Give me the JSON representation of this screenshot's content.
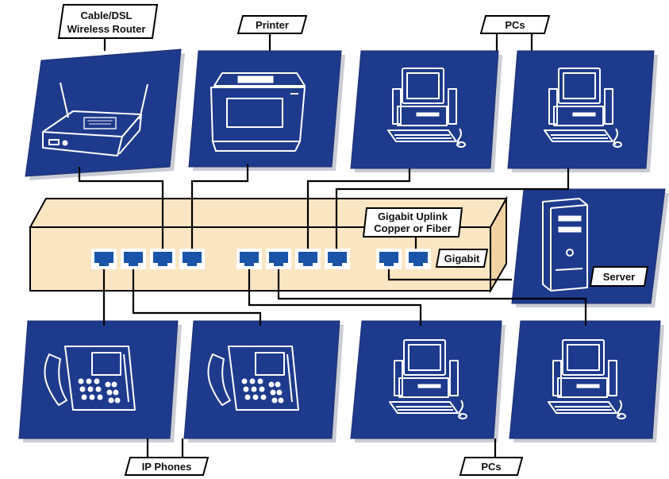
{
  "labels": {
    "router_line1": "Cable/DSL",
    "router_line2": "Wireless Router",
    "printer": "Printer",
    "pcs_top": "PCs",
    "uplink_line1": "Gigabit Uplink",
    "uplink_line2": "Copper or Fiber",
    "gigabit": "Gigabit",
    "server": "Server",
    "ip_phones": "IP Phones",
    "pcs_bottom": "PCs"
  },
  "colors": {
    "tile_fill": "#1e3a8c",
    "tile_shadow": "#c9ccd3",
    "switch_fill": "#fbe6c3",
    "port_jack": "#1a54a8",
    "line": "#000000"
  },
  "icons": {
    "router": "wireless-router-icon",
    "printer": "printer-icon",
    "pc": "desktop-pc-icon",
    "server": "tower-server-icon",
    "phone": "ip-phone-icon"
  }
}
